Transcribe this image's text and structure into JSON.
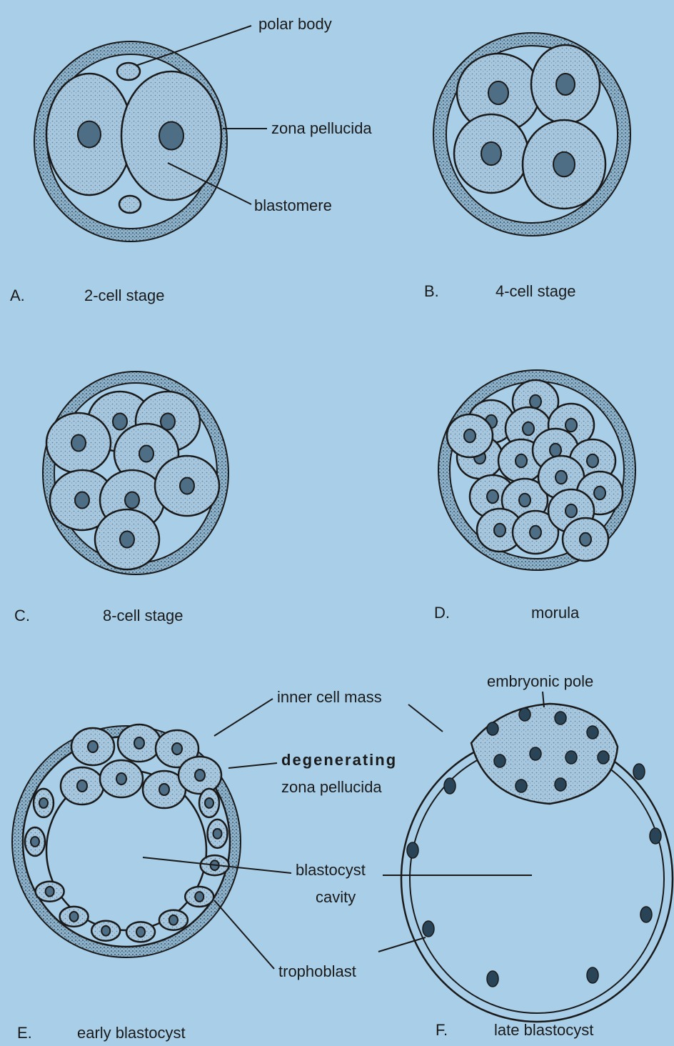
{
  "panels": {
    "A": {
      "letter": "A.",
      "caption": "2-cell stage"
    },
    "B": {
      "letter": "B.",
      "caption": "4-cell stage"
    },
    "C": {
      "letter": "C.",
      "caption": "8-cell stage"
    },
    "D": {
      "letter": "D.",
      "caption": "morula"
    },
    "E": {
      "letter": "E.",
      "caption": "early blastocyst"
    },
    "F": {
      "letter": "F.",
      "caption": "late blastocyst"
    }
  },
  "labels": {
    "polar_body": "polar body",
    "zona_pellucida": "zona pellucida",
    "blastomere": "blastomere",
    "inner_cell_mass": "inner cell mass",
    "embryonic_pole": "embryonic pole",
    "degenerating": "degenerating",
    "degenerating_zona": "zona pellucida",
    "blastocyst": "blastocyst",
    "cavity": "cavity",
    "trophoblast": "trophoblast"
  },
  "colors": {
    "background": "#a9cfe8",
    "cell_fill": "#a6c7de",
    "zona_fill": "#8fb2cb",
    "ink": "#1a1a1a"
  }
}
